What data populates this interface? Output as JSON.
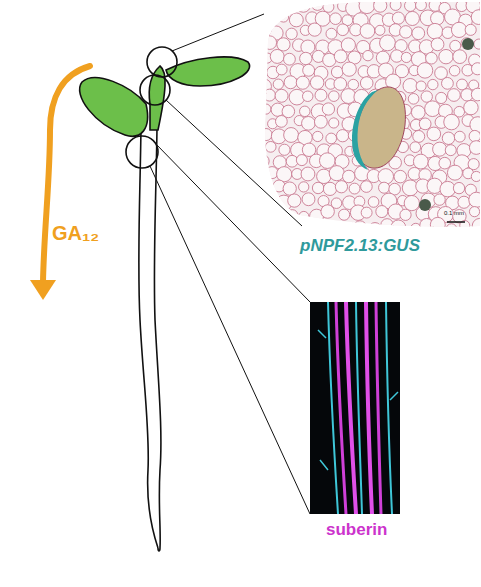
{
  "diagram": {
    "labels": [
      "GA₁₂",
      "pNPF2.13:GUS",
      "suberin",
      "0.1 mm"
    ]
  }
}
